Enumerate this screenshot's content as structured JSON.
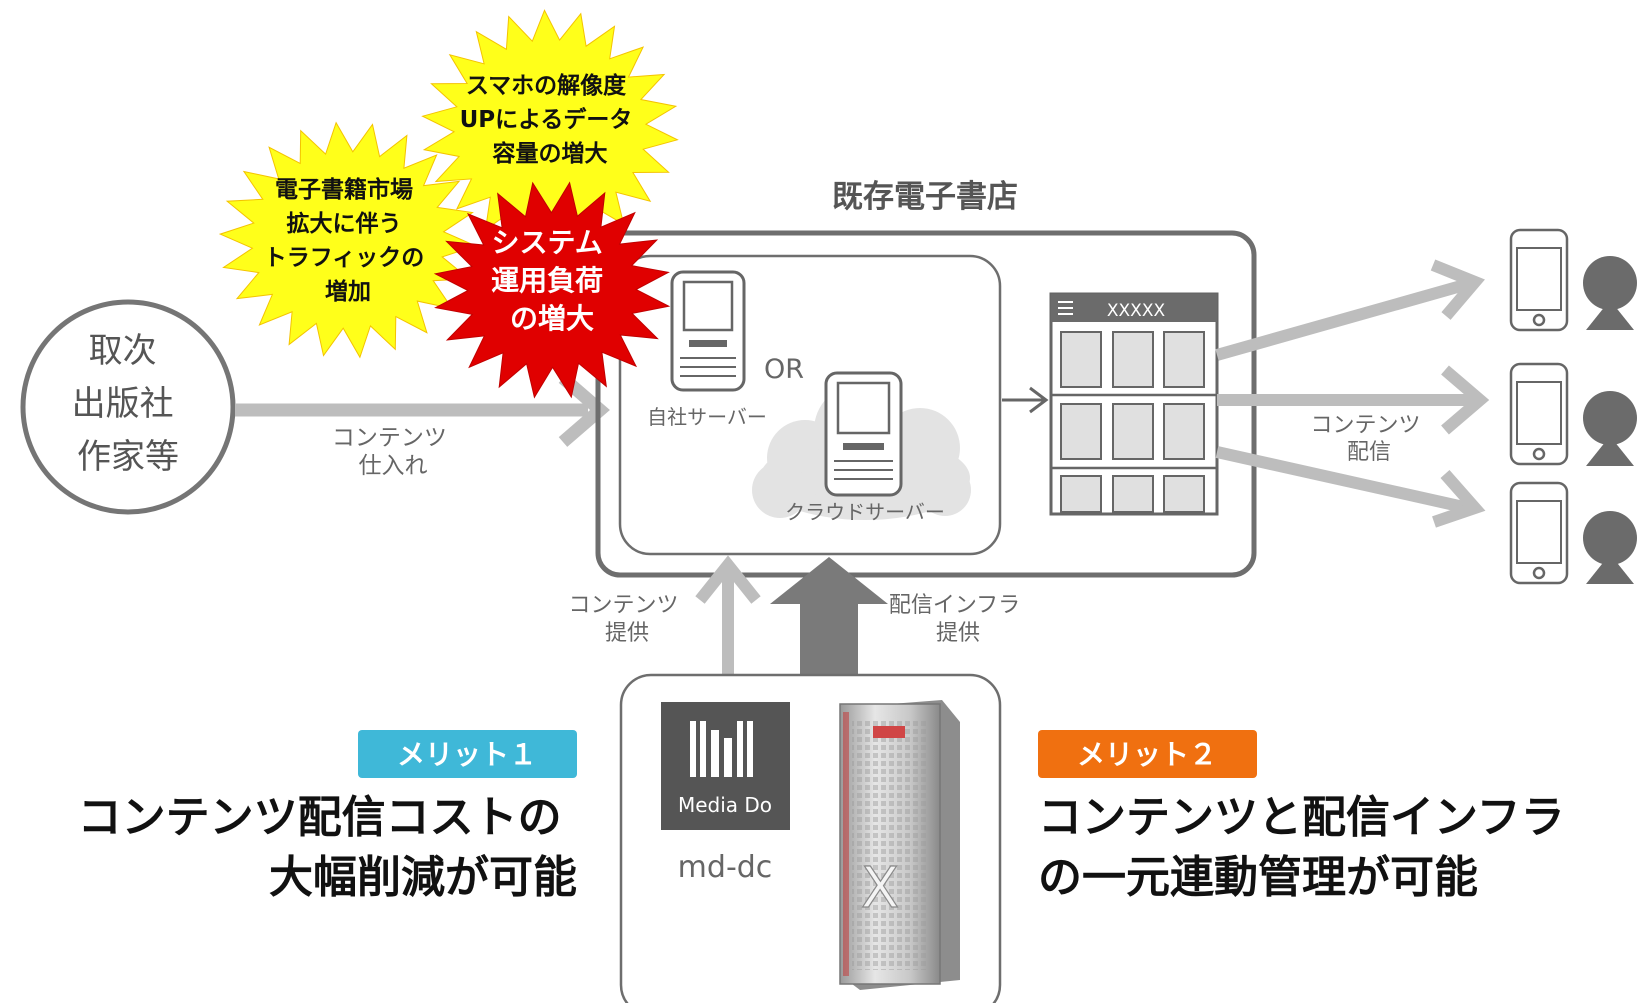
{
  "source": {
    "lines": [
      "取次",
      "出版社",
      "作家等"
    ]
  },
  "intake_label": {
    "lines": [
      "コンテンツ",
      "仕入れ"
    ]
  },
  "bursts": {
    "yellow_1": {
      "lines": [
        "スマホの解像度",
        "UPによるデータ",
        "容量の増大"
      ]
    },
    "yellow_2": {
      "lines": [
        "電子書籍市場",
        "拡大に伴う",
        "トラフィックの",
        "増加"
      ]
    },
    "red": {
      "lines": [
        "システム",
        "運用負荷",
        "の増大"
      ]
    }
  },
  "store": {
    "title": "既存電子書店",
    "or_label": "OR",
    "own_server_label": "自社サーバー",
    "cloud_server_label": "クラウドサーバー",
    "app_title": "XXXXX"
  },
  "delivery_label": {
    "lines": [
      "コンテンツ",
      "配信"
    ]
  },
  "provide_content_label": {
    "lines": [
      "コンテンツ",
      "提供"
    ]
  },
  "provide_infra_label": {
    "lines": [
      "配信インフラ",
      "提供"
    ]
  },
  "mddc": {
    "logo_text": "Media Do",
    "label": "md-dc",
    "rack_mark": "X"
  },
  "merit1": {
    "badge": "メリット１",
    "lines": [
      "コンテンツ配信コストの",
      "大幅削減が可能"
    ]
  },
  "merit2": {
    "badge": "メリット２",
    "lines": [
      "コンテンツと配信インフラ",
      "の一元連動管理が可能"
    ]
  },
  "colors": {
    "gray": "#bdbdbd",
    "dark": "#555555",
    "blue": "#3fb8d8",
    "orange": "#f07010",
    "red": "#e00000",
    "yellow": "#ffff1a"
  }
}
